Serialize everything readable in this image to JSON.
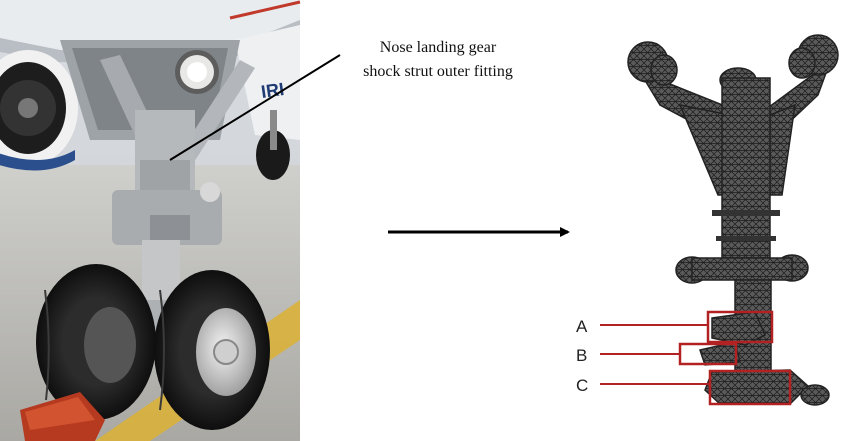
{
  "photo_caption": {
    "line1": "Nose landing gear",
    "line2": "shock strut outer fitting"
  },
  "regions": [
    {
      "label": "A"
    },
    {
      "label": "B"
    },
    {
      "label": "C"
    }
  ],
  "colors": {
    "callout_red": "#b22222",
    "arrow": "#000000",
    "mesh": "#3a3a3a"
  }
}
